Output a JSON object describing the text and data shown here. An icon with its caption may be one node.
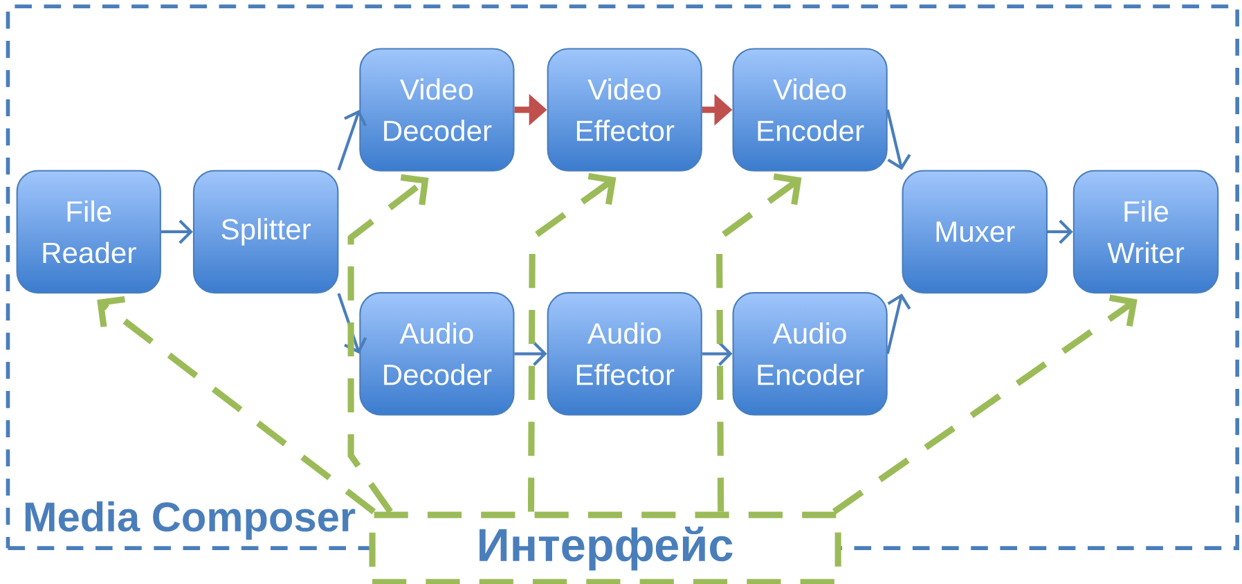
{
  "diagram": {
    "nodes": [
      {
        "text": [
          "Media Composer"
        ]
      },
      {
        "text": [
          "File Reader"
        ],
        "in": 0
      },
      {
        "text": [
          "Splitter"
        ],
        "in": 0
      },
      {
        "text": [
          "Video Decoder"
        ],
        "in": 0
      },
      {
        "text": [
          "Video Effector"
        ],
        "in": 0
      },
      {
        "text": [
          "Video Encoder"
        ],
        "in": 0
      },
      {
        "text": [
          "Muxer"
        ],
        "in": 0
      },
      {
        "text": [
          "File Writer"
        ],
        "in": 0
      },
      {
        "text": [
          "Audio Decoder"
        ],
        "in": 0
      },
      {
        "text": [
          "Audio Effector"
        ],
        "in": 0
      },
      {
        "text": [
          "Audio Encoder"
        ],
        "in": 0
      },
      {
        "text": [
          "Интерфейс"
        ]
      }
    ],
    "edges": [
      {
        "from": 1,
        "to": 2,
        "arrow": "to"
      },
      {
        "from": 2,
        "to": 3,
        "arrow": "to"
      },
      {
        "from": 2,
        "to": 8,
        "arrow": "to"
      },
      {
        "from": 3,
        "to": 4,
        "arrow": "to",
        "style": "thick",
        "color": "#c0504d"
      },
      {
        "from": 4,
        "to": 5,
        "arrow": "to",
        "style": "thick",
        "color": "#c0504d"
      },
      {
        "from": 5,
        "to": 6,
        "arrow": "to"
      },
      {
        "from": 8,
        "to": 9,
        "arrow": "to"
      },
      {
        "from": 9,
        "to": 10,
        "arrow": "to"
      },
      {
        "from": 10,
        "to": 6,
        "arrow": "to"
      },
      {
        "from": 6,
        "to": 7,
        "arrow": "to"
      },
      {
        "from": 11,
        "to": 1,
        "arrow": "to",
        "style": "dashed",
        "color": "#9bbb59"
      },
      {
        "from": 11,
        "to": 3,
        "arrow": "to",
        "style": "dashed",
        "color": "#9bbb59"
      },
      {
        "from": 11,
        "to": 4,
        "arrow": "to",
        "style": "dashed",
        "color": "#9bbb59"
      },
      {
        "from": 11,
        "to": 5,
        "arrow": "to",
        "style": "dashed",
        "color": "#9bbb59"
      },
      {
        "from": 11,
        "to": 7,
        "arrow": "to",
        "style": "dashed",
        "color": "#9bbb59"
      }
    ]
  }
}
